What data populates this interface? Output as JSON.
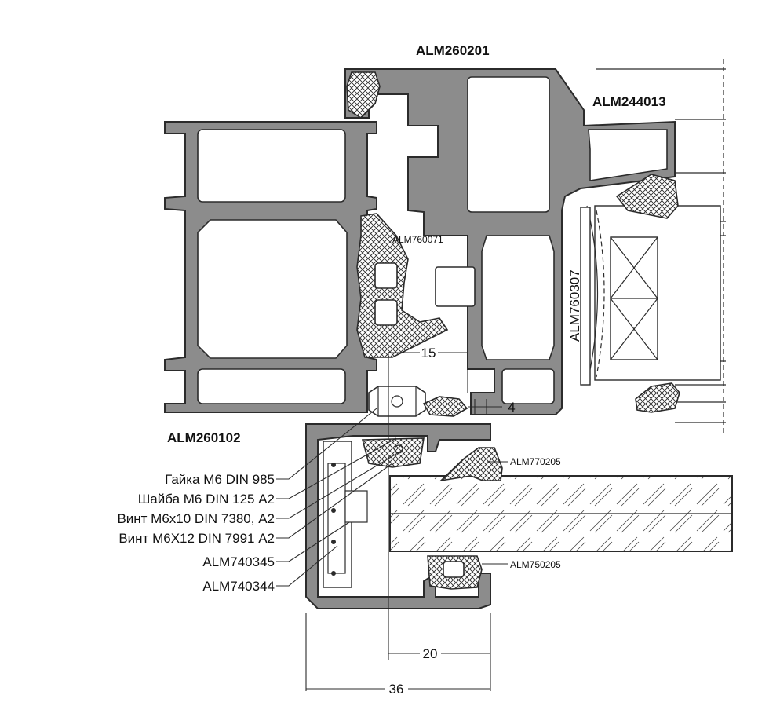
{
  "profiles": {
    "top": "ALM260201",
    "top_right": "ALM244013",
    "frame": "ALM260102",
    "gasket_center": "ALM760071",
    "bead_vertical": "ALM760307",
    "gasket_glass_top": "ALM770205",
    "gasket_glass_bottom": "ALM750205"
  },
  "hardware_callouts": [
    "Гайка М6 DIN 985",
    "Шайба М6 DIN 125 А2",
    "Винт М6х10 DIN 7380, А2",
    "Винт М6Х12 DIN 7991 А2",
    "ALM740345",
    "ALM740344"
  ],
  "dimensions": {
    "d15": "15",
    "d4": "4",
    "d20": "20",
    "d36": "36"
  }
}
